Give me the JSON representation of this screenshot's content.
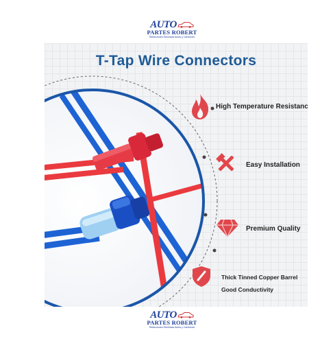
{
  "logo": {
    "brand": "AUTO",
    "name": "PARTES ROBERT",
    "tagline": "Refacciones Eléctricas Autos y Camiones"
  },
  "title": "T-Tap Wire Connectors",
  "features": [
    {
      "icon": "flame-icon",
      "label": "High Temperature Resistance"
    },
    {
      "icon": "tools-icon",
      "label": "Easy Installation"
    },
    {
      "icon": "diamond-icon",
      "label": "Premium Quality"
    },
    {
      "icon": "shield-icon",
      "label": "Thick Tinned Copper Barrel"
    },
    {
      "icon": "",
      "label": "Good Conductivity"
    }
  ],
  "colors": {
    "accent": "#e0474c",
    "title": "#1f5b96",
    "brand": "#1e3f9a",
    "red_wire": "#ea3a3f",
    "blue_wire": "#1e63d4"
  }
}
